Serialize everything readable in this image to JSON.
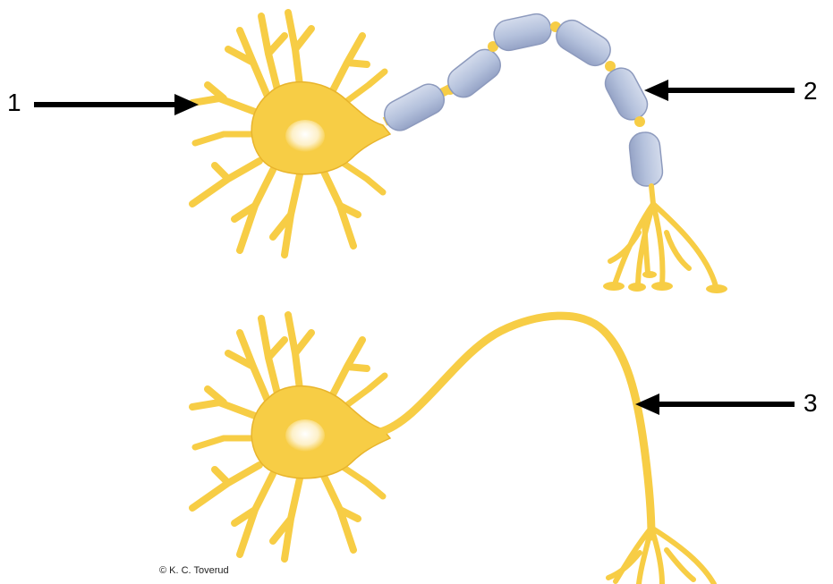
{
  "labels": {
    "one": "1",
    "two": "2",
    "three": "3"
  },
  "credit": "© K. C. Toverud",
  "colors": {
    "neuron_fill": "#f7cd45",
    "neuron_stroke": "#e0a81e",
    "myelin_fill": "#b4c1dc",
    "myelin_stroke": "#8d9abd",
    "nucleus": "#fdf2cf",
    "arrow": "#000000"
  }
}
